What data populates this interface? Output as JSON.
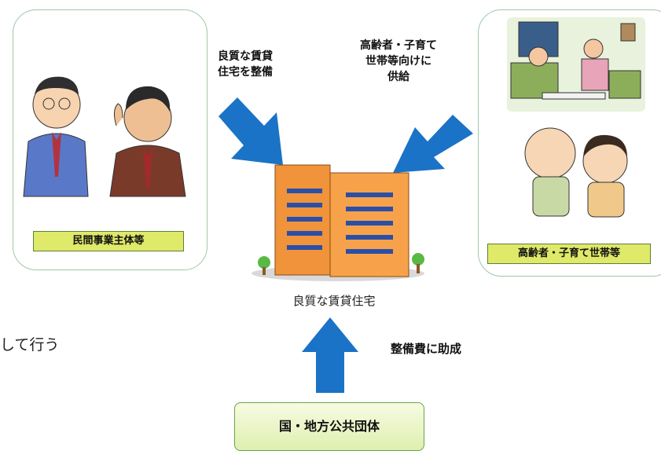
{
  "left_panel": {
    "label": "民間事業主体等"
  },
  "right_panel": {
    "label": "高齢者・子育て世帯等"
  },
  "arrow_left_text": [
    "良質な賃貸",
    "住宅を整備"
  ],
  "arrow_right_text": [
    "高齢者・子育て",
    "世帯等向けに",
    "供給"
  ],
  "center_label": "良質な賃貸住宅",
  "subsidy_text": "整備費に助成",
  "government_label": "国・地方公共団体",
  "cut_off_text": "して行う",
  "colors": {
    "arrow": "#1a73c6",
    "label_fill": "#dfe96a",
    "panel_border": "#9fc9a8"
  }
}
